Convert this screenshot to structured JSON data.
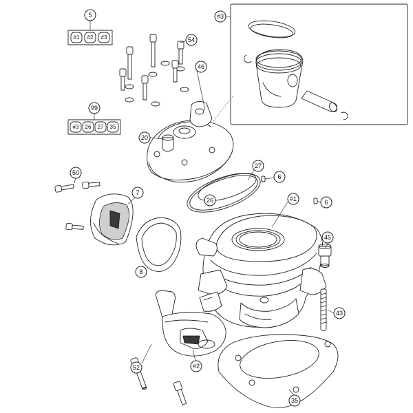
{
  "callouts": {
    "c5": "5",
    "c99": "99",
    "c54": "54",
    "c46": "46",
    "c20": "20",
    "c27": "27",
    "c6a": "6",
    "c6b": "6",
    "c26": "26",
    "c50": "50",
    "c7": "7",
    "c8": "8",
    "c1": "#1",
    "c45": "45",
    "c43": "43",
    "c52": "52",
    "c2": "#2",
    "c35": "35",
    "c3": "#3"
  },
  "kit5": [
    "#1",
    "#2",
    "#3"
  ],
  "kit99": [
    "#3",
    "26",
    "27",
    "35"
  ]
}
